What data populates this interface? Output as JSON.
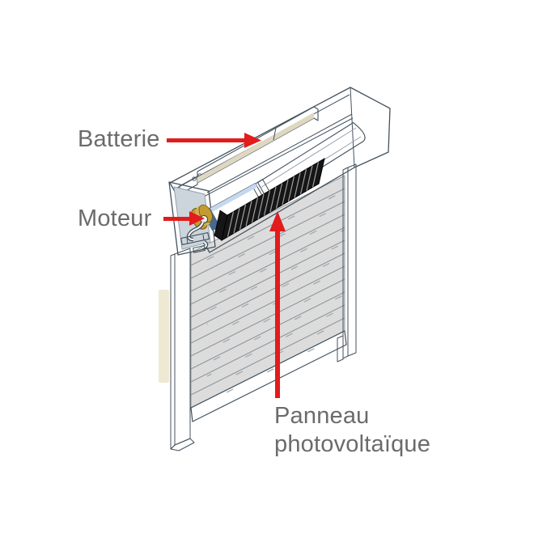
{
  "figure": {
    "labels": {
      "battery": "Batterie",
      "motor": "Moteur",
      "panel_line1": "Panneau",
      "panel_line2": "photovoltaïque"
    },
    "colors": {
      "label_text": "#6b6b6b",
      "arrow_red": "#e31b1c",
      "line_outline": "#44525e",
      "curtain_gray": "#dcdcdc",
      "slat_line": "#8f979c",
      "end_cap": "#bcc6d0",
      "end_cap_inner": "#ccd4dc",
      "battery_bar": "#ebe6d2",
      "battery_shade": "#ded8c2",
      "tube_blue": "#a6c1e3",
      "tube_navy": "#47688f",
      "motor_gold": "#c49b31",
      "motor_gold_light": "#d4b253",
      "solar_black": "#161616",
      "wall_cream": "#efe9d3",
      "box_white": "#ffffff"
    }
  }
}
